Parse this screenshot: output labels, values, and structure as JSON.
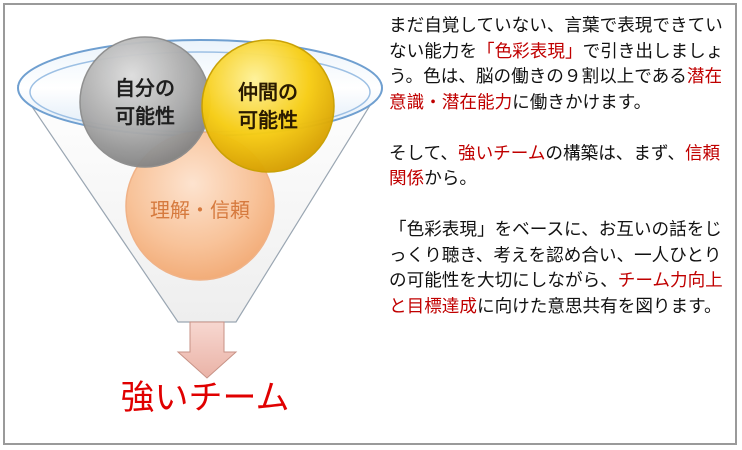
{
  "diagram": {
    "circles": {
      "self": {
        "lines": "自分の\n可能性"
      },
      "other": {
        "lines": "仲間の\n可能性"
      },
      "trust": {
        "label": "理解・信頼"
      }
    },
    "result": "強いチーム"
  },
  "text": {
    "p1": [
      {
        "t": "まだ自覚していない、言葉で表現できていない能力を",
        "hl": false
      },
      {
        "t": "「色彩表現」",
        "hl": true
      },
      {
        "t": "で引き出しましょう。色は、脳の働きの９割以上である",
        "hl": false
      },
      {
        "t": "潜在意識・潜在能力",
        "hl": true
      },
      {
        "t": "に働きかけます。",
        "hl": false
      }
    ],
    "p2": [
      {
        "t": "そして、",
        "hl": false
      },
      {
        "t": "強いチーム",
        "hl": true
      },
      {
        "t": "の構築は、まず、",
        "hl": false
      },
      {
        "t": "信頼関係",
        "hl": true
      },
      {
        "t": "から。",
        "hl": false
      }
    ],
    "p3": [
      {
        "t": "「色彩表現」をベースに、お互いの話をじっくり聴き、考えを認め合い、一人ひとりの可能性を大切にしながら、",
        "hl": false
      },
      {
        "t": "チーム力向上と目標達成",
        "hl": true
      },
      {
        "t": "に向けた意思共有を図ります。",
        "hl": false
      }
    ]
  },
  "colors": {
    "highlight": "#c00000",
    "result": "#e00000",
    "funnel_edge": "#5b8fc7",
    "gray_circle": "#9b9b9b",
    "yellow_circle": "#f2c200",
    "orange_circle": "#f6b98a"
  }
}
